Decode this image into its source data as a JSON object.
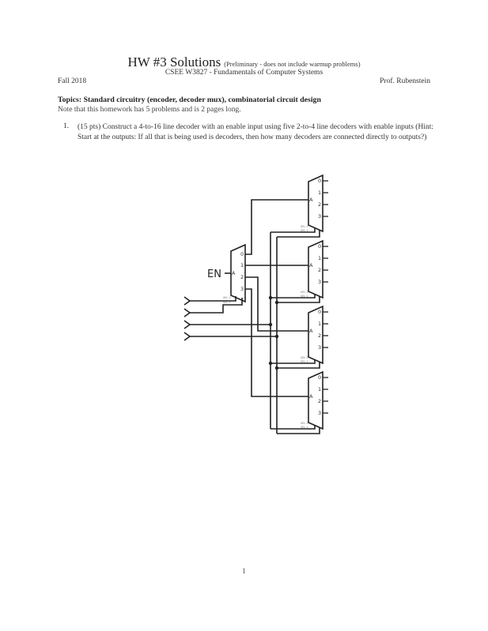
{
  "header": {
    "title": "HW #3 Solutions",
    "subtitle": "(Preliminary - does not include warmup problems)",
    "course": "CSEE W3827 - Fundamentals of Computer Systems",
    "term": "Fall 2018",
    "instructor": "Prof. Rubenstein"
  },
  "topics": "Topics: Standard circuitry (encoder, decoder mux), combinatorial circuit design",
  "note": "Note that this homework has 5 problems and is 2 pages long.",
  "problems": [
    {
      "number": "1.",
      "text": "(15 pts) Construct a 4-to-16 line decoder with an enable input using five 2-to-4 line decoders with enable inputs (Hint: Start at the outputs: If all that is being used is decoders, then how many decoders are connected directly to outputs?)"
    }
  ],
  "diagram": {
    "enable_label": "EN",
    "input_pin_label": "A",
    "output_labels": [
      "0",
      "1",
      "2",
      "3"
    ],
    "select_labels": [
      "SEL 0",
      "SEL 1"
    ],
    "decoder_count": 5,
    "input_count": 4,
    "line_color": "#222222"
  },
  "footer": {
    "page_number": "1"
  }
}
